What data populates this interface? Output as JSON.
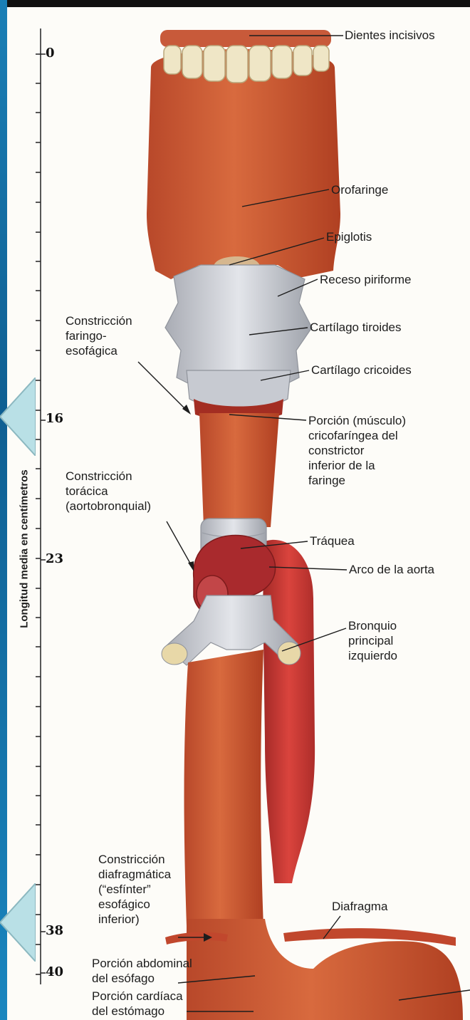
{
  "scale": {
    "axis_label": "Longitud media en centímetros",
    "ticks": [
      "0",
      "16",
      "23",
      "38",
      "40"
    ]
  },
  "labels": {
    "dientes_incisivos": "Dientes incisivos",
    "orofaringe": "Orofaringe",
    "epiglotis": "Epiglotis",
    "receso_piriforme": "Receso piriforme",
    "cartilago_tiroides": "Cartílago tiroides",
    "cartilago_cricoides": "Cartílago cricoides",
    "cricofaringea": [
      "Porción (músculo)",
      "cricofaríngea del",
      "constrictor",
      "inferior de la",
      "faringe"
    ],
    "traquea": "Tráquea",
    "arco_aorta": "Arco de la aorta",
    "bronquio": [
      "Bronquio",
      "principal",
      "izquierdo"
    ],
    "diafragma": "Diafragma",
    "constriccion_faringo": [
      "Constricción",
      "faringo-",
      "esofágica"
    ],
    "constriccion_toracica": [
      "Constricción",
      "torácica",
      "(aortobronquial)"
    ],
    "constriccion_diafragmatica": [
      "Constricción",
      "diafragmática",
      "(“esfínter”",
      "esofágico",
      "inferior)"
    ],
    "porcion_abdominal": [
      "Porción abdominal",
      "del esófago"
    ],
    "porcion_cardiaca": [
      "Porción cardíaca",
      "del estómago"
    ]
  },
  "colors": {
    "muscle": "#c8542e",
    "muscle_dark": "#a63b1f",
    "cartilage": "#c9ccd2",
    "aorta": "#c22d2a",
    "panel_bg": "#fdfcf8",
    "side_bar": "#1a7fb6",
    "chevron": "#b9e0e6"
  }
}
